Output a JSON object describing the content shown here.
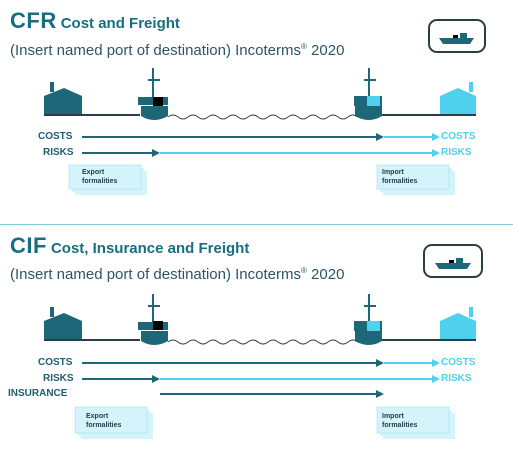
{
  "cfr": {
    "code": "CFR",
    "name": "Cost and Freight",
    "subtitle_main": "(Insert named port of destination) Incoterms",
    "subtitle_reg": "®",
    "subtitle_year": " 2020",
    "rows": [
      {
        "label": "COSTS",
        "right_label": "COSTS"
      },
      {
        "label": "RISKS",
        "right_label": "RISKS"
      }
    ],
    "export_doc": "Export formalities",
    "import_doc": "Import formalities"
  },
  "cif": {
    "code": "CIF",
    "name": "Cost, Insurance and Freight",
    "subtitle_main": "(Insert named port of destination) Incoterms",
    "subtitle_reg": "®",
    "subtitle_year": " 2020",
    "rows": [
      {
        "label": "COSTS",
        "right_label": "COSTS"
      },
      {
        "label": "RISKS",
        "right_label": "RISKS"
      },
      {
        "label": "INSURANCE",
        "right_label": ""
      }
    ],
    "export_doc": "Export formalities",
    "import_doc": "Import formalities"
  },
  "colors": {
    "seller_dark": "#1d6778",
    "buyer_light": "#4fd1ee",
    "title": "#176e80",
    "doc_fill": "#d5f3fa"
  },
  "icons": [
    "vessel-icon",
    "seller-factory-icon",
    "buyer-factory-icon",
    "origin-ship-icon",
    "destination-ship-icon",
    "sea-wave-icon"
  ]
}
